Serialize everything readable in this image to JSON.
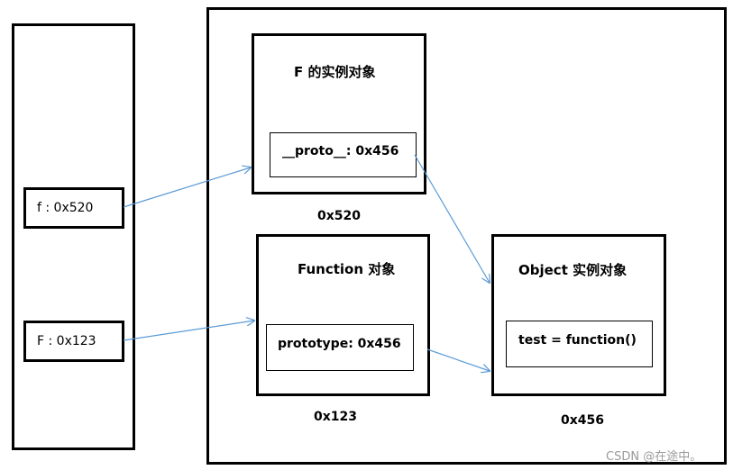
{
  "stack": {
    "f_var": "f : 0x520",
    "F_var": "F : 0x123"
  },
  "heap": {
    "f_instance": {
      "title": "F 的实例对象",
      "field": "__proto__: 0x456",
      "address": "0x520"
    },
    "function_object": {
      "title": "Function 对象",
      "field": "prototype: 0x456",
      "address": "0x123"
    },
    "object_instance": {
      "title": "Object 实例对象",
      "field": "test = function()",
      "address": "0x456"
    }
  },
  "watermark": "CSDN @在途中。",
  "colors": {
    "arrow": "#5b9bd5",
    "border": "#000000"
  }
}
